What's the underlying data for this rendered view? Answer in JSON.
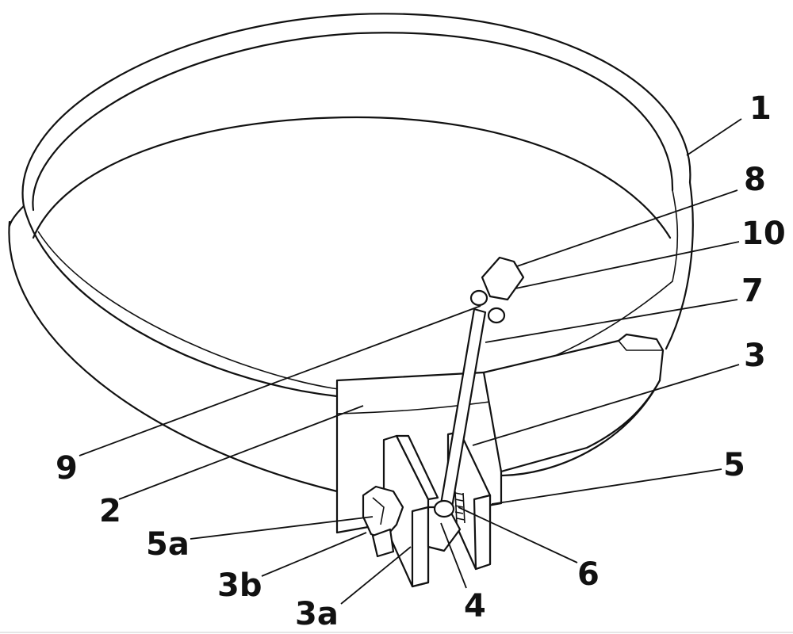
{
  "figure": {
    "callouts": [
      {
        "id": "c1",
        "text": "1"
      },
      {
        "id": "c8",
        "text": "8"
      },
      {
        "id": "c10",
        "text": "10"
      },
      {
        "id": "c7",
        "text": "7"
      },
      {
        "id": "c3",
        "text": "3"
      },
      {
        "id": "c5",
        "text": "5"
      },
      {
        "id": "c6",
        "text": "6"
      },
      {
        "id": "c4",
        "text": "4"
      },
      {
        "id": "c3a",
        "text": "3a"
      },
      {
        "id": "c3b",
        "text": "3b"
      },
      {
        "id": "c5a",
        "text": "5a"
      },
      {
        "id": "c2",
        "text": "2"
      },
      {
        "id": "c9",
        "text": "9"
      }
    ]
  }
}
